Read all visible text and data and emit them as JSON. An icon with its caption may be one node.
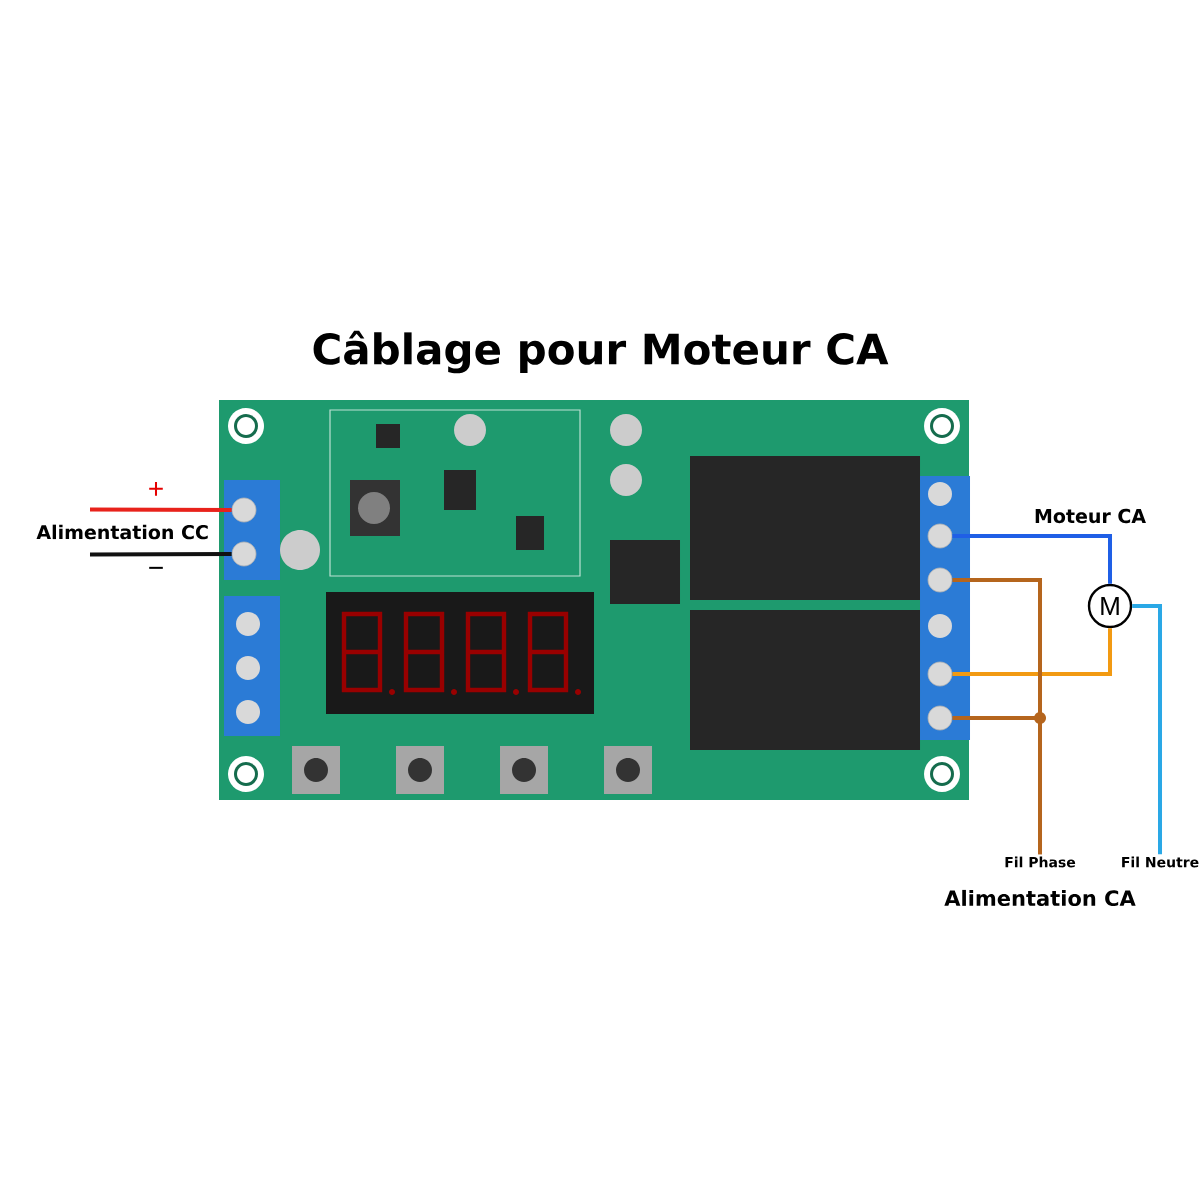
{
  "diagram": {
    "title": "Câblage pour Moteur CA",
    "nodes": [
      {
        "text": [],
        "shape": "picture"
      },
      {
        "text": [],
        "shape": "circle",
        "in": 0
      },
      {
        "text": [],
        "shape": "circle",
        "in": 0
      },
      {
        "text": [],
        "shape": "circle",
        "in": 0
      },
      {
        "text": [],
        "shape": "circle",
        "in": 0
      },
      {
        "text": [],
        "shape": "circle",
        "in": 0
      },
      {
        "text": [],
        "shape": "circle",
        "in": 0
      },
      {
        "text": [
          "M"
        ],
        "beside": [
          "Moteur CA"
        ]
      },
      {
        "text": [
          "Fil Phase"
        ]
      },
      {
        "text": [
          "Fil Neutre"
        ]
      },
      {
        "text": [
          "Alimentation CC"
        ]
      }
    ],
    "edges": [
      {
        "from": 10,
        "to": 1,
        "arrow": "none",
        "label": "+",
        "color": "#e8221b"
      },
      {
        "from": 10,
        "to": 2,
        "arrow": "none",
        "label": "−",
        "color": "#111111"
      },
      {
        "from": 3,
        "to": 7,
        "arrow": "none",
        "color": "#1f5fe6"
      },
      {
        "from": 5,
        "to": 7,
        "arrow": "none",
        "color": "#f29a12"
      },
      {
        "from": 4,
        "to": 8,
        "arrow": "none",
        "color": "#b5651d"
      },
      {
        "from": 6,
        "to": 8,
        "arrow": "none",
        "color": "#b5651d"
      },
      {
        "from": 7,
        "to": 9,
        "arrow": "none",
        "color": "#2aa8e6"
      }
    ],
    "labels": [
      "Alimentation CA"
    ]
  }
}
